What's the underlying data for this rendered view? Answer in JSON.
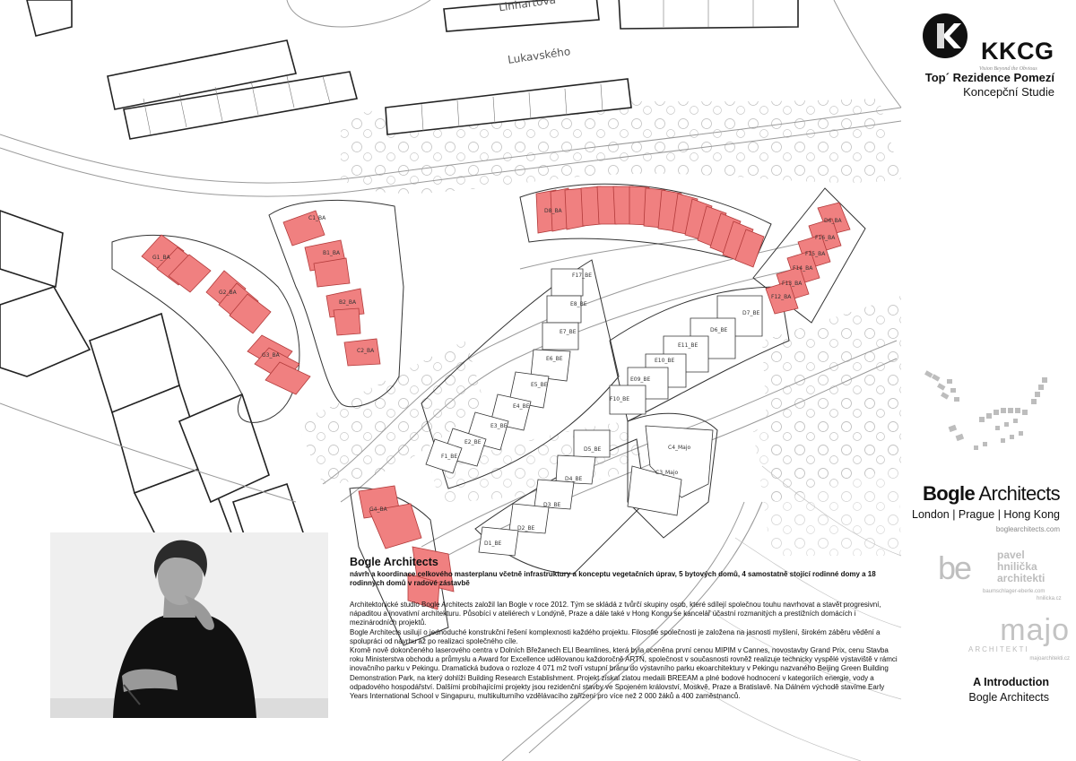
{
  "plan": {
    "street_labels": {
      "lukavskeho": "Lukavského",
      "linhartova": "Linhartova"
    },
    "unit_labels": {
      "g1": "G1_BA",
      "g2": "G2_BA",
      "g3": "G3_BA",
      "g4": "G4_BA",
      "c1": "C1_BA",
      "b1": "B1_BA",
      "b2": "B2_BA",
      "c2": "C2_BA",
      "d6": "D6_BA",
      "d8": "D8_BA",
      "f16": "F16_BA",
      "f15": "F15_BA",
      "f14": "F14_BA",
      "f13": "F13_BA",
      "f12": "F12_BA",
      "f17": "F17_BE",
      "e8": "E8_BE",
      "e7": "E7_BE",
      "e6": "E6_BE",
      "e5": "E5_BE",
      "e4": "E4_BE",
      "e3": "E3_BE",
      "e2": "E2_BE",
      "f1": "F1_BE",
      "d7": "D7_BE",
      "d6b": "D6_BE",
      "e11": "E11_BE",
      "e10": "E10_BE",
      "e09": "E09_BE",
      "f10": "F10_BE",
      "d5": "D5_BE",
      "d4": "D4_BE",
      "d3": "D3_BE",
      "d2": "D2_BE",
      "d1": "D1_BE",
      "c4": "C4_Majo",
      "c3": "C3_Majo"
    },
    "highlight_color": "#f08080"
  },
  "sidebar": {
    "kkcg": {
      "wordmark": "KKCG",
      "tagline": "Vision Beyond the Obvious"
    },
    "project_title": "Top´ Rezidence Pomezí",
    "project_subtitle": "Koncepční Studie",
    "bogle": {
      "name_bold": "Bogle",
      "name_rest": " Architects",
      "cities": "London | Prague | Hong Kong",
      "web": "boglearchitects.com"
    },
    "pavel": {
      "mark": "be",
      "line1": "pavel",
      "line2": "hnilička",
      "line3": "architekti",
      "web1": "baumschlager-eberle.com",
      "web2": "hnilicka.cz"
    },
    "majo": {
      "word": "majo",
      "sub": "ARCHITEKTI",
      "web": "majoarchitekti.cz"
    },
    "intro_heading": "A Introduction",
    "intro_sub": "Bogle Architects"
  },
  "text_block": {
    "heading": "Bogle Architects",
    "lead": "návrh a koordinace celkového masterplanu včetně infrastruktury a konceptu vegetačních úprav, 5 bytových domů, 4 samostatně stojící rodinné domy a 18 rodinných domů v radové zástavbě",
    "paragraphs": [
      "Architektonické studio Bogle Architects založil Ian Bogle v roce 2012. Tým se skládá z tvůrčí skupiny osob, které sdílejí společnou touhu navrhovat a stavět progresivní, nápaditou a inovativní architekturu. Působící v ateliérech v Londýně, Praze a dále  také v Hong Kongu se kancelář účastní rozmanitých a prestižních domácích i mezinárodních projektů.",
      "Bogle Architects usilují o jednoduché konstrukční řešení komplexnosti každého projektu. Filosofie společnosti je založena na jasnosti myšlení, širokém záběru vědění a spolupráci od návrhu až po realizaci společného cíle.",
      "Kromě nově dokončeného laserového centra v Dolních Břežanech ELI Beamlines, která byla oceněna první cenou MIPIM v Cannes, novostavby Grand Prix, cenu Stavba roku Ministerstva obchodu a průmyslu a Award for Excellence udělovanou každoročně ARTN, společnost v současnosti rovněž realizuje technicky vyspělé výstaviště v rámci inovačního parku v Pekingu. Dramatická budova o rozloze 4 071 m2 tvoří vstupní bránu do výstavního parku ekoarchitektury v Pekingu nazvaného Beijing Green Building Demonstration Park, na který dohlíží Building Research Establishment. Projekt získal zlatou medaili BREEAM a plné bodové hodnocení v kategoriích energie, vody a odpadového hospodářství. Dalšími probíhajícími projekty jsou rezidenční stavby ve Spojeném království, Moskvě, Praze a Bratislavě. Na Dálném východě stavíme Early Years International School v Singapuru, multikulturního vzdělávacího zařízení pro více než 2 000 žáků a 400 zaměstnanců."
    ]
  }
}
